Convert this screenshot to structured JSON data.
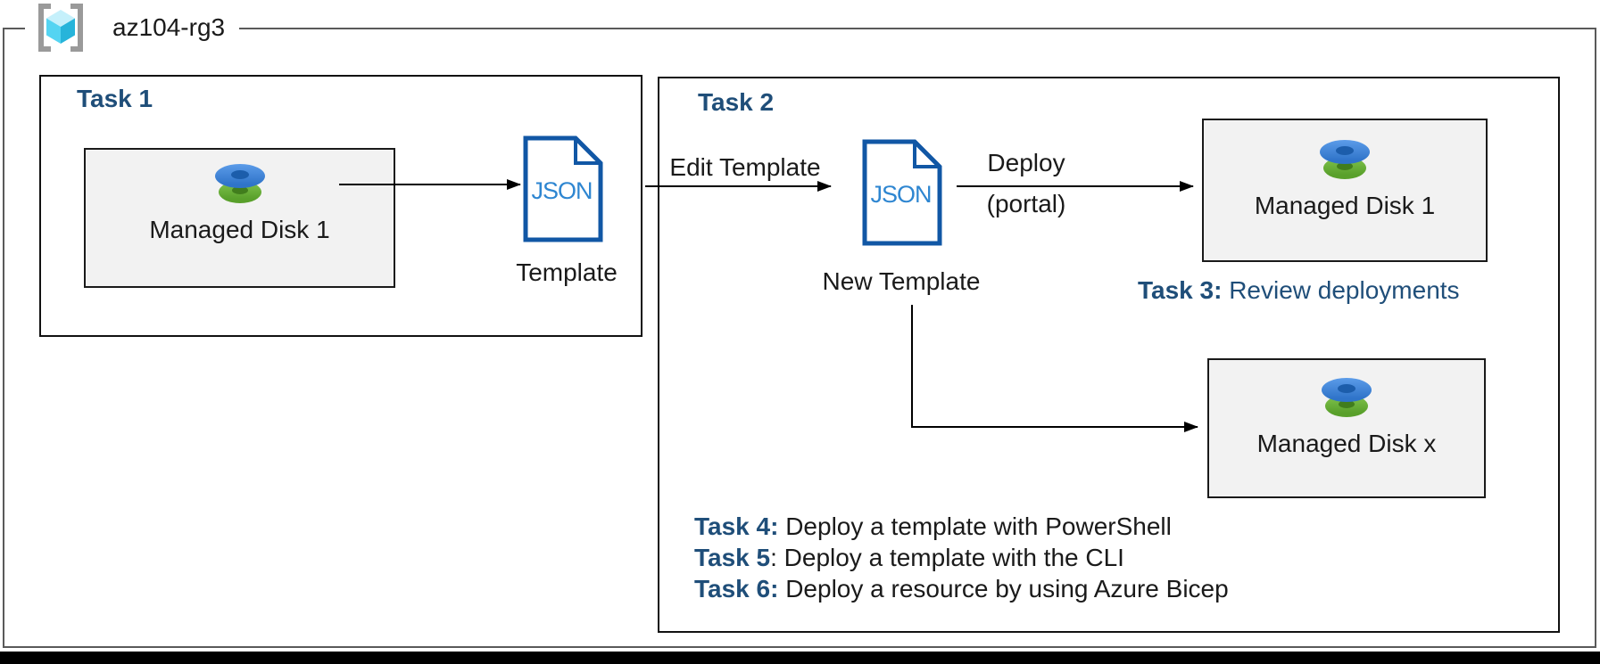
{
  "resource_group": {
    "name": "az104-rg3"
  },
  "task1": {
    "title": "Task 1",
    "disk1": {
      "label": "Managed Disk 1"
    },
    "template": {
      "file_label": "JSON",
      "caption": "Template"
    }
  },
  "task2": {
    "title": "Task 2",
    "edit_arrow_label": "Edit Template",
    "new_template": {
      "file_label": "JSON",
      "caption": "New Template"
    },
    "deploy_arrow": {
      "line1": "Deploy",
      "line2": "(portal)"
    },
    "disk1": {
      "label": "Managed Disk 1"
    },
    "diskx": {
      "label": "Managed Disk x"
    },
    "task3": {
      "prefix": "Task 3:",
      "text": " Review deployments"
    },
    "task_list": [
      {
        "prefix": "Task 4:",
        "text": " Deploy a template with PowerShell"
      },
      {
        "prefix": "Task 5",
        "text": ": Deploy a template with the CLI"
      },
      {
        "prefix": "Task 6:",
        "text": " Deploy a resource by using Azure Bicep"
      }
    ]
  },
  "colors": {
    "task_title_navy": "#1F4E79",
    "json_outline_blue": "#1157A5",
    "json_text_blue": "#2E86D1",
    "resource_box_fill": "#F2F2F2",
    "outer_border_gray": "#5A5A5A",
    "disk_blue": "#2F74C9",
    "disk_green": "#59A02B"
  }
}
